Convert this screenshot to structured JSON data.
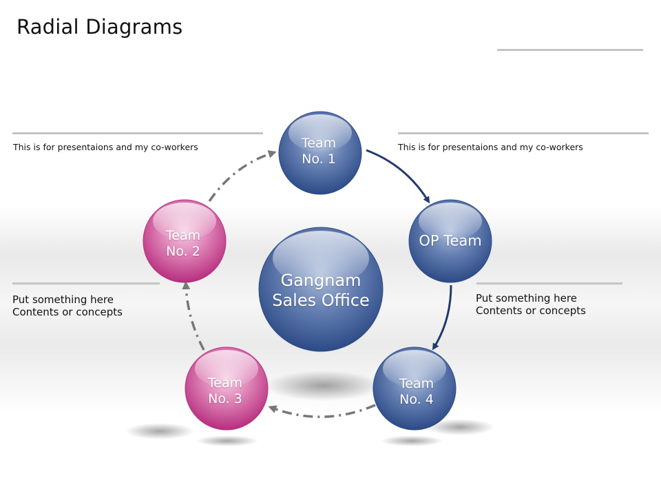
{
  "slide": {
    "title": "Radial Diagrams"
  },
  "center": {
    "line1": "Gangnam",
    "line2": "Sales Office",
    "color": "#3a5a92"
  },
  "nodes": [
    {
      "id": "team1",
      "line1": "Team",
      "line2": "No. 1",
      "color": "#3a5a92"
    },
    {
      "id": "op",
      "line1": "OP Team",
      "line2": "",
      "color": "#3a5a92"
    },
    {
      "id": "team4",
      "line1": "Team",
      "line2": "No. 4",
      "color": "#3a5a92"
    },
    {
      "id": "team3",
      "line1": "Team",
      "line2": "No. 3",
      "color": "#c53d8c"
    },
    {
      "id": "team2",
      "line1": "Team",
      "line2": "No. 2",
      "color": "#c53d8c"
    }
  ],
  "captions": {
    "top_left": "This is for presentaions  and my co-workers",
    "top_right": "This is for presentaions  and my co-workers",
    "mid_left": {
      "line1": "Put something  here",
      "line2": "Contents or concepts"
    },
    "mid_right": {
      "line1": "Put something  here",
      "line2": "Contents or concepts"
    }
  },
  "colors": {
    "blue_arrow": "#1f3a6e",
    "gray_arrow": "#777777"
  }
}
